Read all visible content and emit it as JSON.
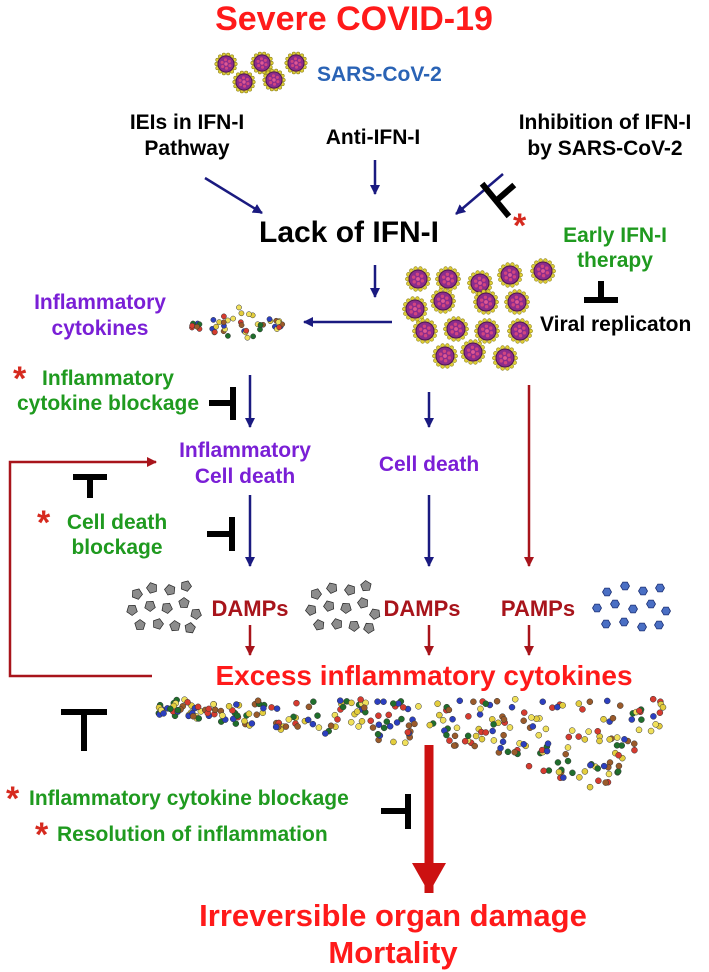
{
  "title": "Severe COVID-19",
  "virus_label": "SARS-CoV-2",
  "causes": {
    "ieis": [
      "IEIs in IFN-I",
      "Pathway"
    ],
    "anti_ifn": "Anti-IFN-I",
    "inhibition": [
      "Inhibition of IFN-I",
      "by SARS-CoV-2"
    ]
  },
  "lack_ifn": "Lack of IFN-I",
  "early_therapy": [
    "Early IFN-I",
    "therapy"
  ],
  "viral_replication": "Viral replicaton",
  "inflammatory_cytokines": [
    "Inflammatory",
    "cytokines"
  ],
  "cytokine_blockage_1": [
    "Inflammatory",
    "cytokine blockage"
  ],
  "inflammatory_cell_death": [
    "Inflammatory",
    "Cell death"
  ],
  "cell_death": "Cell death",
  "cell_death_blockage": [
    "Cell death",
    "blockage"
  ],
  "damps_1": "DAMPs",
  "damps_2": "DAMPs",
  "pamps": "PAMPs",
  "excess_cytokines": "Excess inflammatory cytokines",
  "cytokine_blockage_2": "Inflammatory cytokine blockage",
  "resolution": "Resolution of inflammation",
  "outcome": [
    "Irreversible organ damage",
    "Mortality"
  ],
  "colors": {
    "title_red": "#ff1a1a",
    "navy_arrow": "#1a1a80",
    "darkred_arrow": "#a8141b",
    "purple_text": "#7a1fd6",
    "green_text": "#1f9a1f",
    "blue_text": "#2a63b5",
    "star_red": "#d62a1f"
  }
}
